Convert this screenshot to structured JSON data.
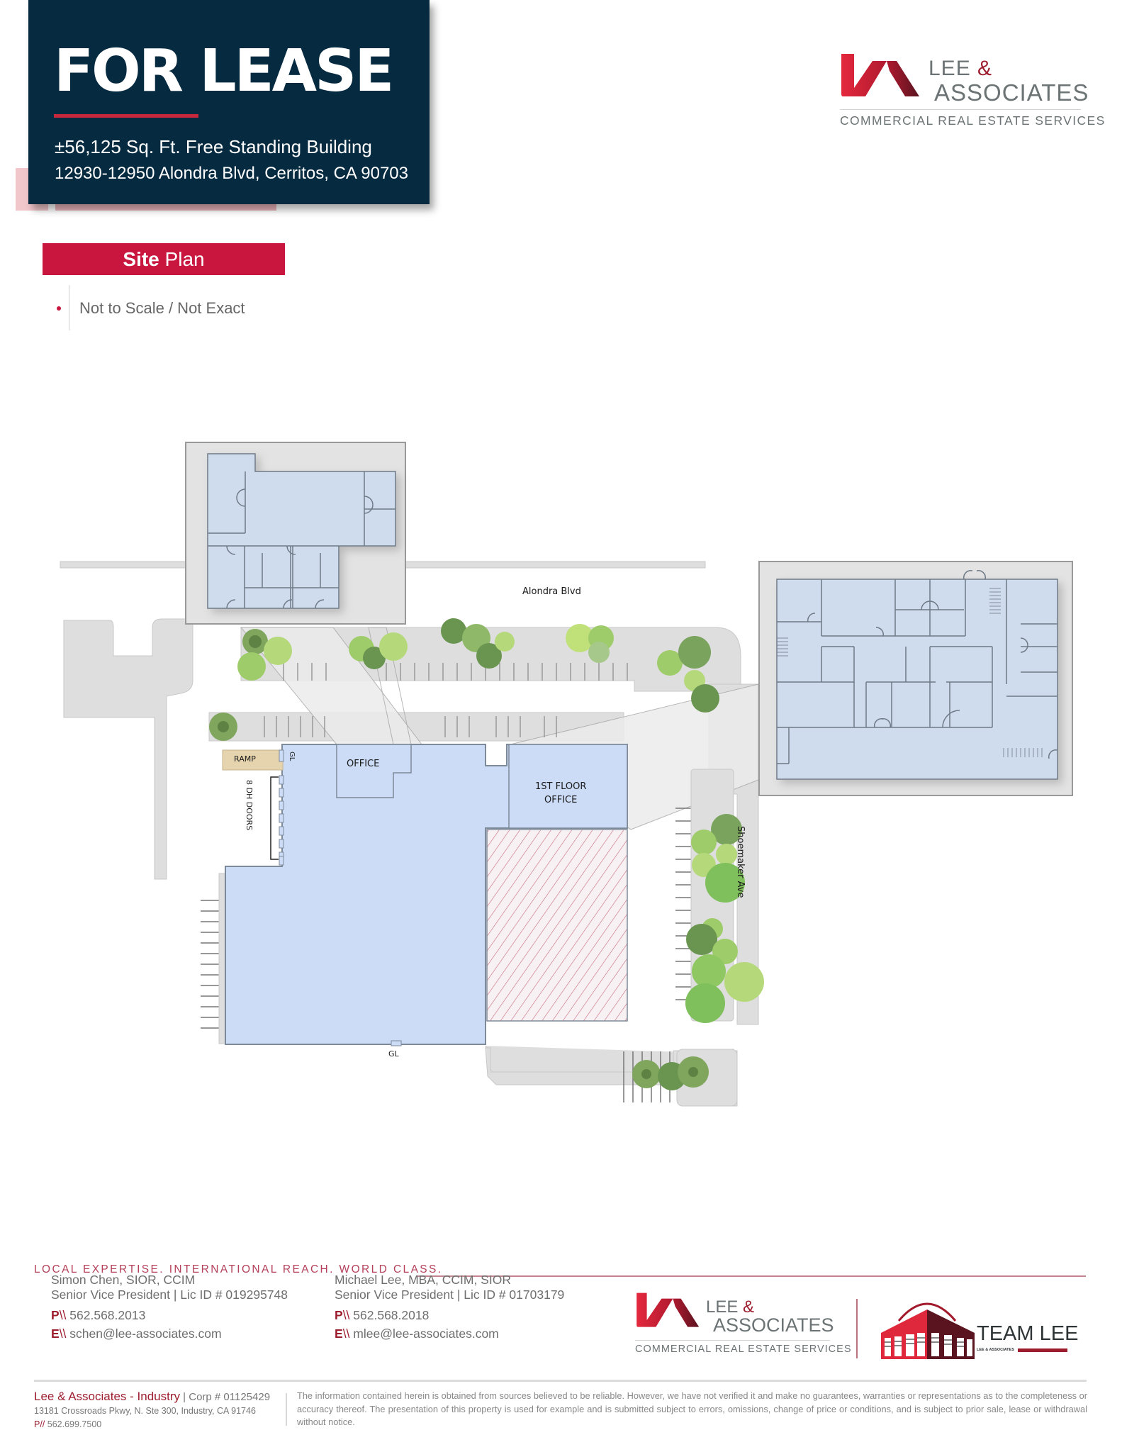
{
  "header": {
    "title": "FOR LEASE",
    "subtitle": "±56,125 Sq. Ft. Free Standing Building",
    "address": "12930-12950 Alondra Blvd, Cerritos, CA 90703"
  },
  "brand": {
    "name_line1": "LEE ",
    "name_amp": "&",
    "name_line2": "ASSOCIATES",
    "tagline": "COMMERCIAL REAL ESTATE SERVICES",
    "colors": {
      "navy": "#062a40",
      "crimson": "#c9163f",
      "maroon": "#9c1d2e",
      "gray": "#6c7374"
    }
  },
  "section": {
    "title_bold": "Site",
    "title_rest": " Plan",
    "notes": [
      "Not to Scale / Not Exact"
    ]
  },
  "site_plan": {
    "streets": {
      "north": "Alondra Blvd",
      "east": "Shoemaker Ave"
    },
    "labels": {
      "ramp": "RAMP",
      "office": "OFFICE",
      "first_floor_office_1": "1ST FLOOR",
      "first_floor_office_2": "OFFICE",
      "dh_doors": "8 DH DOORS",
      "gl_top": "GL",
      "gl_bottom": "GL"
    },
    "colors": {
      "building": "#ccdcf7",
      "floorplan": "#cfdcee",
      "paving": "#dcdcdc",
      "ramp": "#e6d4ae",
      "hatch": "#c86a7c"
    }
  },
  "footer": {
    "tagline": "LOCAL EXPERTISE. INTERNATIONAL REACH. WORLD CLASS.",
    "agents": [
      {
        "name": "Simon Chen, SIOR, CCIM",
        "title": "Senior Vice President | Lic ID # 019295748",
        "phone_prefix": "P",
        "phone": "562.568.2013",
        "email_prefix": "E",
        "email": "schen@lee-associates.com"
      },
      {
        "name": "Michael Lee, MBA, CCIM, SIOR",
        "title": "Senior Vice President | Lic ID # 01703179",
        "phone_prefix": "P",
        "phone": "562.568.2018",
        "email_prefix": "E",
        "email": "mlee@lee-associates.com"
      }
    ],
    "team_logo": {
      "name": "TEAM LEE",
      "sub": "LEE & ASSOCIATES"
    },
    "office": {
      "name": "Lee & Associates - Industry",
      "corp": " | Corp # 01125429",
      "address": "13181 Crossroads Pkwy, N. Ste 300, Industry, CA 91746",
      "phone_prefix": "P//",
      "phone": " 562.699.7500"
    },
    "disclaimer": "The information contained herein is obtained from sources believed to be reliable. However, we have not verified it and make no guarantees, warranties or representations as to the completeness or accuracy thereof. The presentation of this property is used for example and is submitted subject to errors, omissions, change of price or conditions, and is subject to prior sale, lease or withdrawal without notice."
  }
}
